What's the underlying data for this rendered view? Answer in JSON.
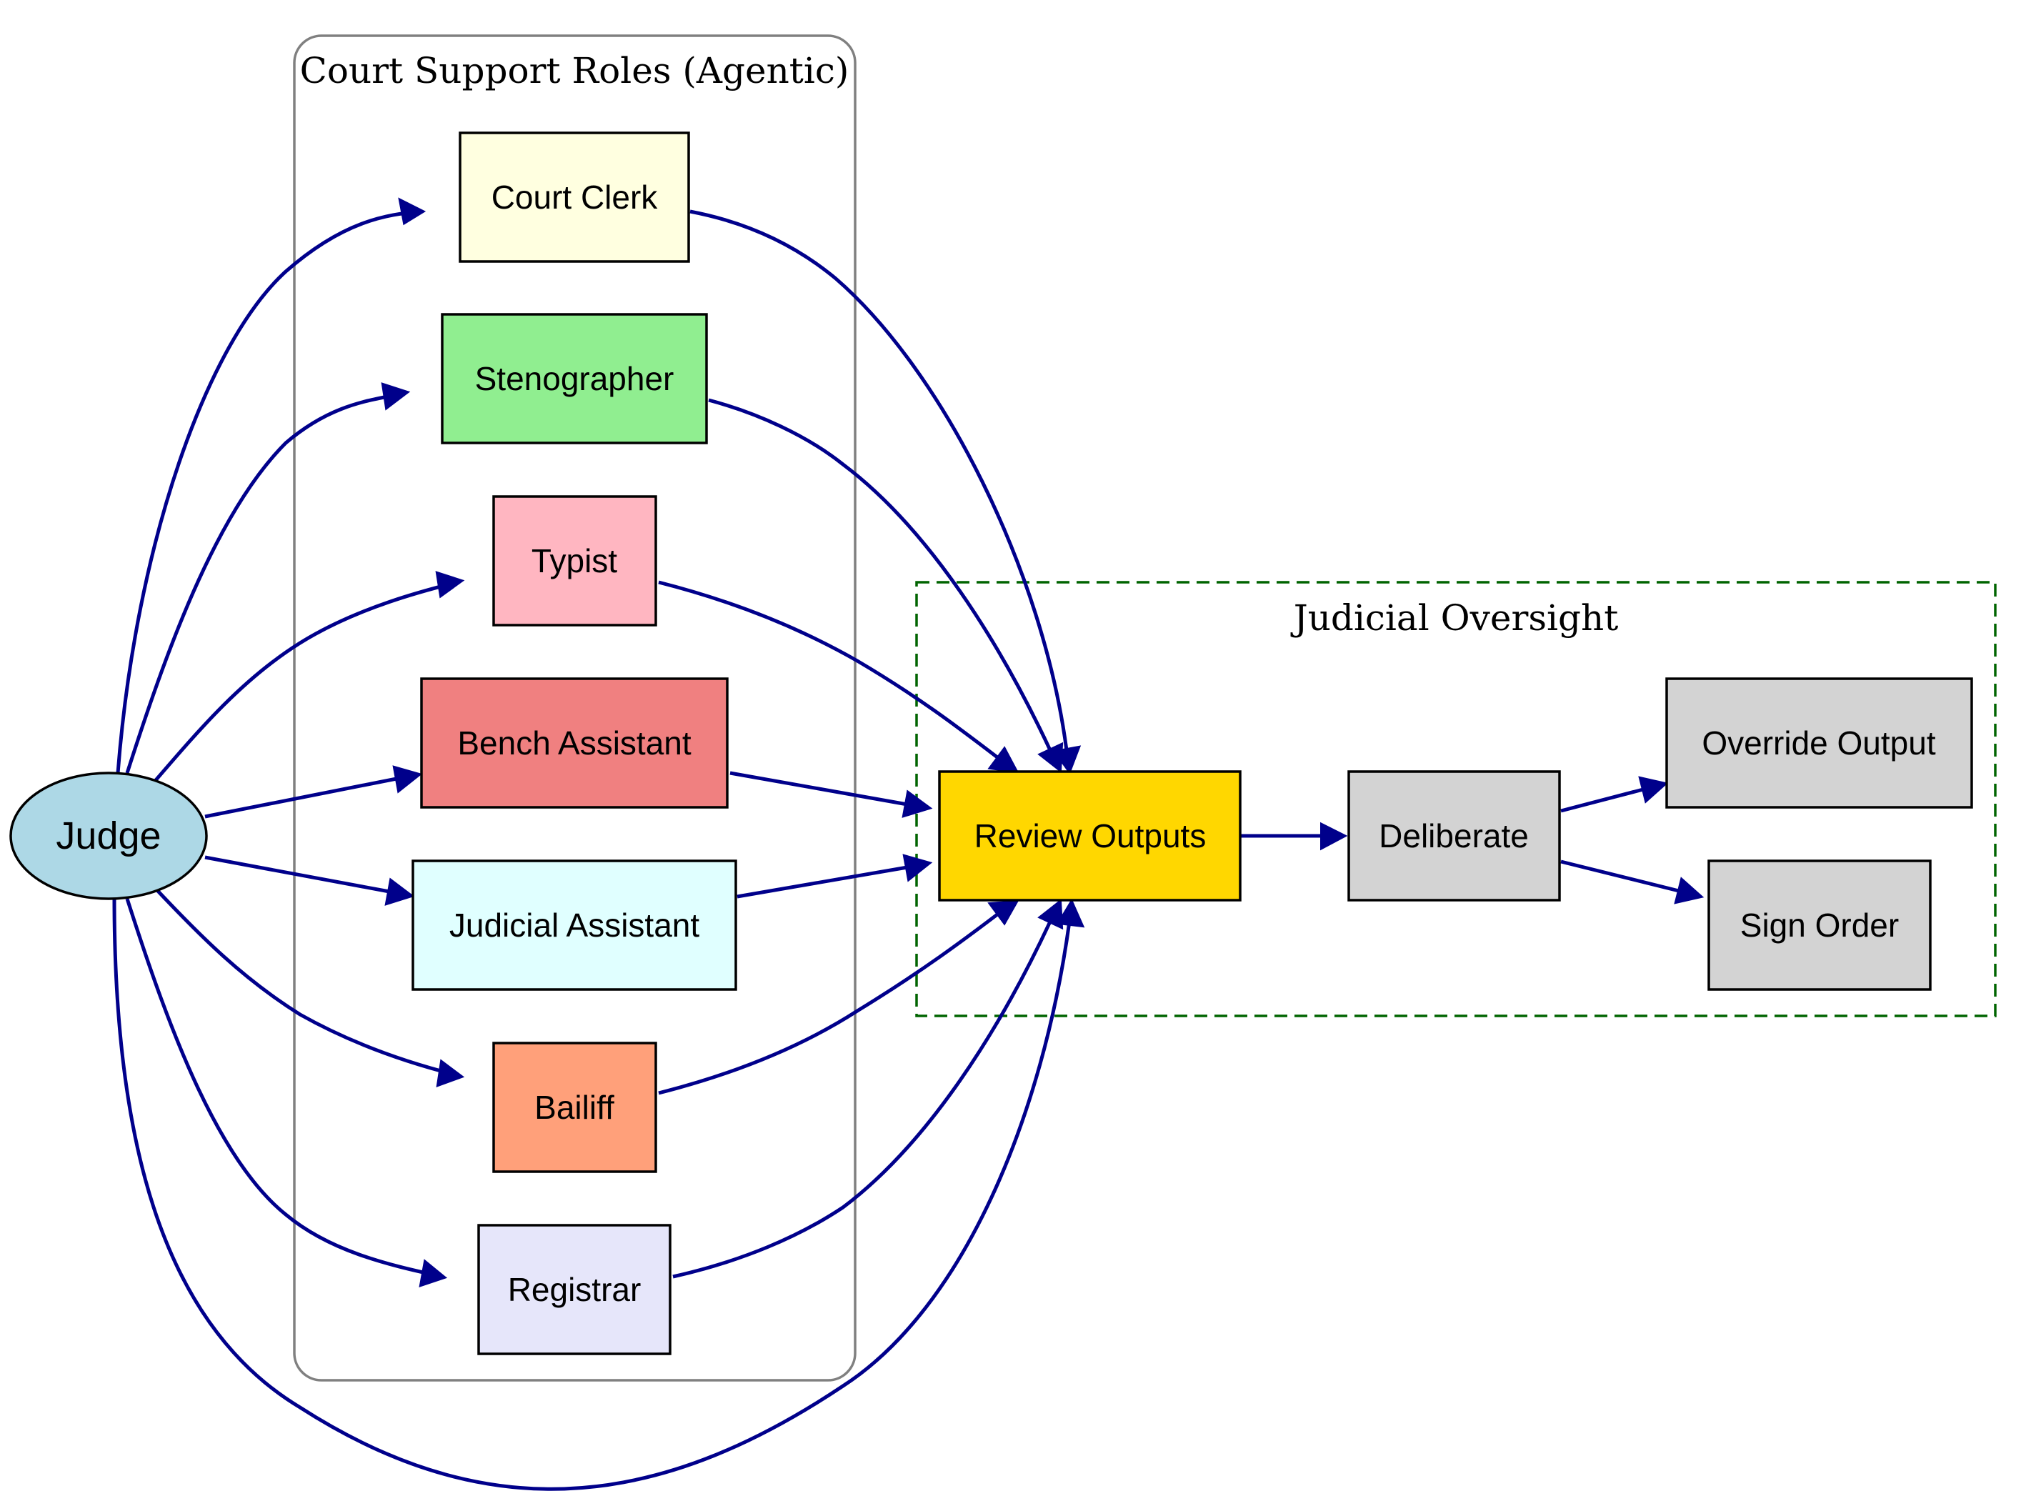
{
  "clusters": {
    "support": {
      "title": "Court Support Roles (Agentic)",
      "border": "#808080",
      "style": "rounded"
    },
    "oversight": {
      "title": "Judicial Oversight",
      "border": "#006400",
      "style": "dashed"
    }
  },
  "nodes": {
    "judge": {
      "label": "Judge",
      "fill": "#add8e6",
      "shape": "ellipse"
    },
    "clerk": {
      "label": "Court Clerk",
      "fill": "#ffffe0"
    },
    "steno": {
      "label": "Stenographer",
      "fill": "#90ee90"
    },
    "typist": {
      "label": "Typist",
      "fill": "#ffb6c1"
    },
    "bench": {
      "label": "Bench Assistant",
      "fill": "#f08080"
    },
    "jassist": {
      "label": "Judicial Assistant",
      "fill": "#e0ffff"
    },
    "bailiff": {
      "label": "Bailiff",
      "fill": "#ffa07a"
    },
    "registrar": {
      "label": "Registrar",
      "fill": "#e6e6fa"
    },
    "review": {
      "label": "Review Outputs",
      "fill": "#ffd700"
    },
    "deliberate": {
      "label": "Deliberate",
      "fill": "#d3d3d3"
    },
    "override": {
      "label": "Override Output",
      "fill": "#d3d3d3"
    },
    "sign": {
      "label": "Sign Order",
      "fill": "#d3d3d3"
    }
  },
  "edges": [
    {
      "from": "judge",
      "to": "clerk"
    },
    {
      "from": "judge",
      "to": "steno"
    },
    {
      "from": "judge",
      "to": "typist"
    },
    {
      "from": "judge",
      "to": "bench"
    },
    {
      "from": "judge",
      "to": "jassist"
    },
    {
      "from": "judge",
      "to": "bailiff"
    },
    {
      "from": "judge",
      "to": "registrar"
    },
    {
      "from": "judge",
      "to": "review"
    },
    {
      "from": "clerk",
      "to": "review"
    },
    {
      "from": "steno",
      "to": "review"
    },
    {
      "from": "typist",
      "to": "review"
    },
    {
      "from": "bench",
      "to": "review"
    },
    {
      "from": "jassist",
      "to": "review"
    },
    {
      "from": "bailiff",
      "to": "review"
    },
    {
      "from": "registrar",
      "to": "review"
    },
    {
      "from": "review",
      "to": "deliberate"
    },
    {
      "from": "deliberate",
      "to": "override"
    },
    {
      "from": "deliberate",
      "to": "sign"
    }
  ],
  "colors": {
    "edge": "#00008b",
    "node_border": "#000000"
  }
}
